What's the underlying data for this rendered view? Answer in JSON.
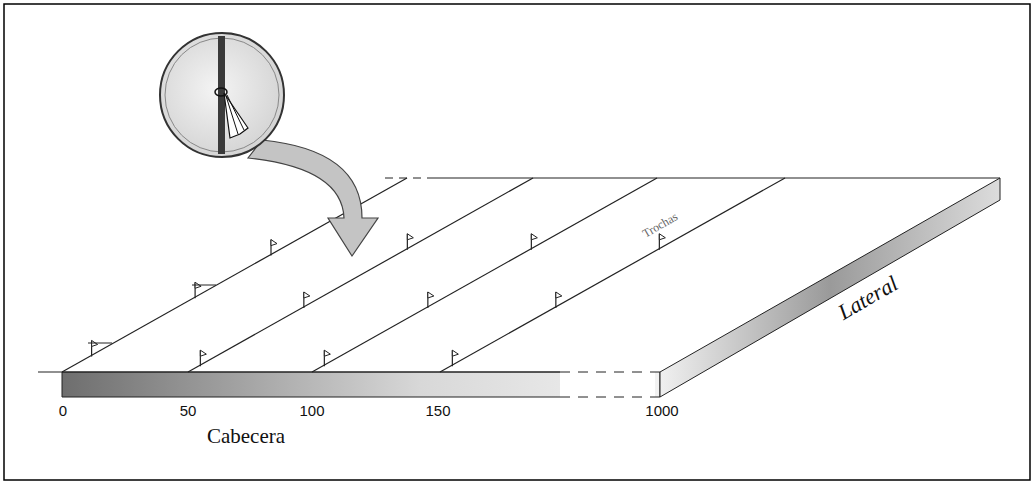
{
  "diagram": {
    "labels": [
      "Trochas",
      "Lateral",
      "0",
      "50",
      "100",
      "150",
      "1000",
      "Cabecera"
    ]
  }
}
